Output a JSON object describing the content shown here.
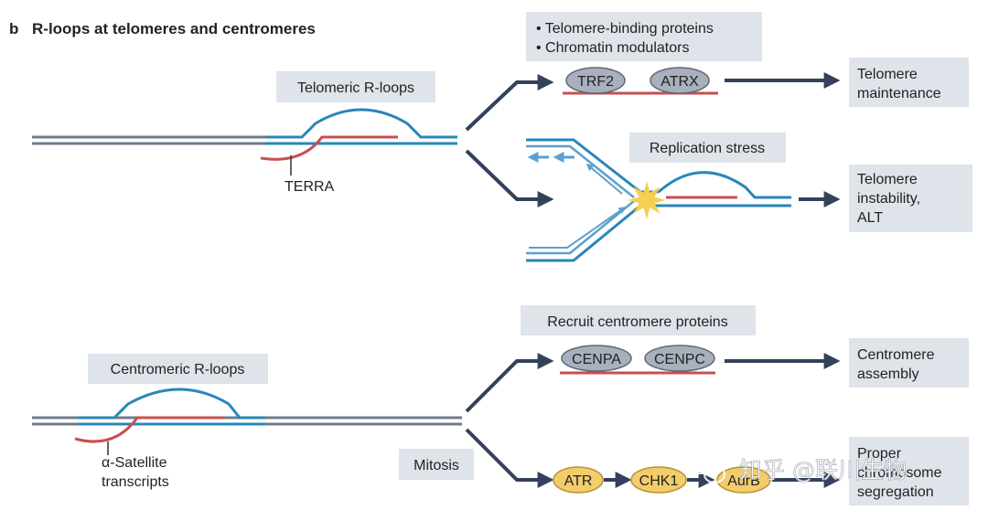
{
  "panel": {
    "letter": "b",
    "title": "R-loops at telomeres and centromeres"
  },
  "colors": {
    "box_fill": "#dfe3ea",
    "duplex_gray": "#707c8c",
    "rloop_blue": "#2a86b8",
    "rna_red": "#c6504f",
    "arrow_navy": "#33415a",
    "oval_gray": "#a9b0bd",
    "oval_yellow": "#f3cd6b",
    "star_yellow": "#f3cf52",
    "light_blue": "#5d9fd0"
  },
  "telomere": {
    "label": "Telomeric R-loops",
    "rna_label": "TERRA",
    "factors": [
      "• Telomere-binding proteins",
      "• Chromatin modulators"
    ],
    "proteins": [
      "TRF2",
      "ATRX"
    ],
    "outcome_top": [
      "Telomere",
      "maintenance"
    ],
    "stress_label": "Replication stress",
    "outcome_bottom": [
      "Telomere",
      "instability,",
      "ALT"
    ]
  },
  "centromere": {
    "label": "Centromeric R-loops",
    "rna_label": [
      "α-Satellite",
      "transcripts"
    ],
    "recruit_label": "Recruit centromere proteins",
    "proteins": [
      "CENPA",
      "CENPC"
    ],
    "outcome_top": [
      "Centromere",
      "assembly"
    ],
    "mitosis_label": "Mitosis",
    "kinases": [
      "ATR",
      "CHK1",
      "AurB"
    ],
    "outcome_bottom": [
      "Proper",
      "chromosome",
      "segregation"
    ]
  },
  "watermark": "知乎 @联川生物",
  "icons": {
    "watermark_logo": "wechat-bubbles-icon",
    "stress_site": "starburst-icon"
  }
}
